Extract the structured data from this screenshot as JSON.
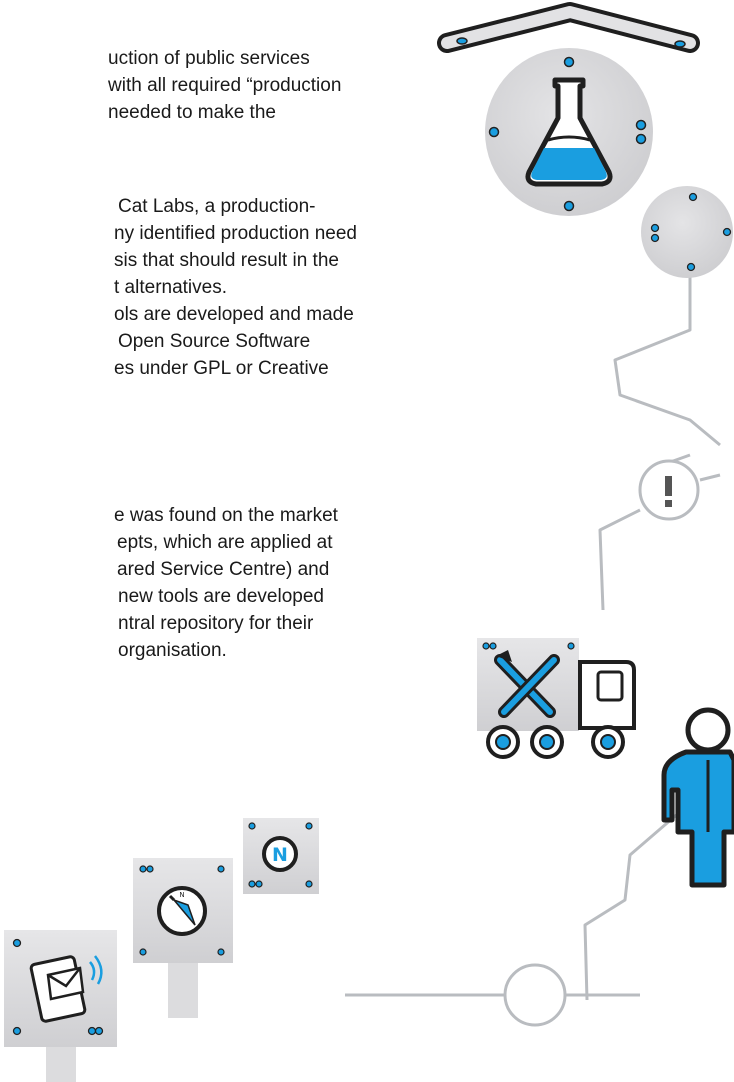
{
  "text": {
    "paragraph_1": [
      "uction of public services",
      "with all required “production",
      "needed to make the"
    ],
    "paragraph_2": [
      "Cat Labs, a production-",
      "ny identified production need",
      "sis that should result in the",
      "t alternatives.",
      "ols are developed and made",
      "Open Source Software",
      "es under GPL or Creative"
    ],
    "paragraph_3": [
      "e was found on the market",
      "epts, which are applied at",
      "ared Service Centre) and",
      "new tools are developed",
      "ntral repository for their",
      "organisation."
    ]
  },
  "illustrations": {
    "lab": "flask-icon",
    "alert": "exclamation-icon",
    "tools": "wrench-screwdriver-icon",
    "vehicle": "truck-icon",
    "person": "person-icon",
    "signs": [
      "mail-phone-icon",
      "compass-icon",
      "north-icon"
    ]
  },
  "colors": {
    "text": "#1a1a1a",
    "accent_blue": "#1a9ee0",
    "panel_gray": "#d7d7d9",
    "line_gray": "#b9bcc0",
    "outline": "#2a2a2a"
  }
}
